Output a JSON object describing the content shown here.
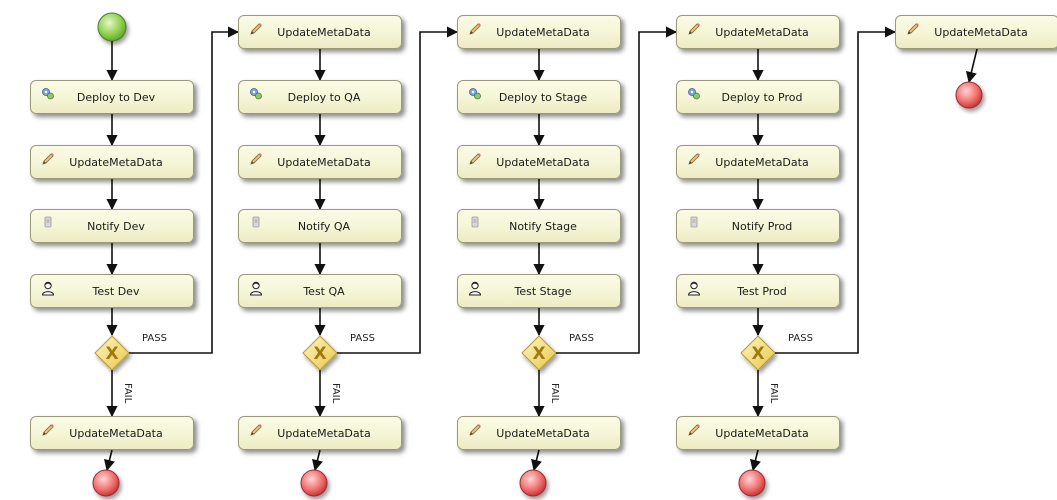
{
  "colors": {
    "start_event": "#8fd14f",
    "end_event": "#f26d6d",
    "gateway": "#f3d96b",
    "task_fill": "#f6f5d6",
    "connector": "#111111"
  },
  "gateway_marker": "X",
  "stages": [
    {
      "deploy": {
        "label": "Deploy to Dev",
        "icon": "script-icon"
      },
      "update1": {
        "label": "UpdateMetaData",
        "icon": "pencil-icon"
      },
      "notify": {
        "label": "Notify Dev",
        "icon": "notify-icon"
      },
      "test": {
        "label": "Test Dev",
        "icon": "user-icon"
      },
      "pass_label": "PASS",
      "fail_label": "FAIL",
      "fail_update": {
        "label": "UpdateMetaData",
        "icon": "pencil-icon"
      }
    },
    {
      "entry_update": {
        "label": "UpdateMetaData",
        "icon": "pencil-icon"
      },
      "deploy": {
        "label": "Deploy to QA",
        "icon": "script-icon"
      },
      "update1": {
        "label": "UpdateMetaData",
        "icon": "pencil-icon"
      },
      "notify": {
        "label": "Notify QA",
        "icon": "notify-icon"
      },
      "test": {
        "label": "Test QA",
        "icon": "user-icon"
      },
      "pass_label": "PASS",
      "fail_label": "FAIL",
      "fail_update": {
        "label": "UpdateMetaData",
        "icon": "pencil-icon"
      }
    },
    {
      "entry_update": {
        "label": "UpdateMetaData",
        "icon": "pencil-icon"
      },
      "deploy": {
        "label": "Deploy to Stage",
        "icon": "script-icon"
      },
      "update1": {
        "label": "UpdateMetaData",
        "icon": "pencil-icon"
      },
      "notify": {
        "label": "Notify Stage",
        "icon": "notify-icon"
      },
      "test": {
        "label": "Test Stage",
        "icon": "user-icon"
      },
      "pass_label": "PASS",
      "fail_label": "FAIL",
      "fail_update": {
        "label": "UpdateMetaData",
        "icon": "pencil-icon"
      }
    },
    {
      "entry_update": {
        "label": "UpdateMetaData",
        "icon": "pencil-icon"
      },
      "deploy": {
        "label": "Deploy to Prod",
        "icon": "script-icon"
      },
      "update1": {
        "label": "UpdateMetaData",
        "icon": "pencil-icon"
      },
      "notify": {
        "label": "Notify Prod",
        "icon": "notify-icon"
      },
      "test": {
        "label": "Test Prod",
        "icon": "user-icon"
      },
      "pass_label": "PASS",
      "fail_label": "FAIL",
      "fail_update": {
        "label": "UpdateMetaData",
        "icon": "pencil-icon"
      }
    }
  ],
  "final_update": {
    "label": "UpdateMetaData",
    "icon": "pencil-icon"
  }
}
